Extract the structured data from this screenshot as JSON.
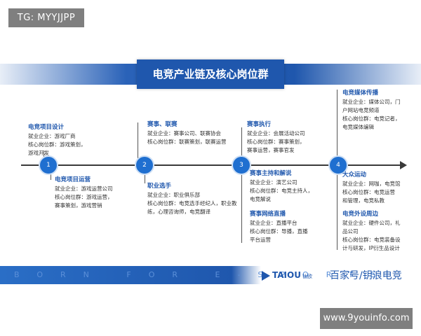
{
  "watermark_top": "TG: MYYJJPP",
  "watermark_bottom": "www.9youinfo.com",
  "title": "电竞产业链及核心岗位群",
  "footer": {
    "slogan": "BORN FOR E-SPORTS",
    "logo": "TAIOU",
    "logo_sub": "钛欧",
    "source": "百家号/钥浪电竞"
  },
  "nodes": [
    "1",
    "2",
    "3",
    "4"
  ],
  "blocks": [
    {
      "heading": "电竞项目设计",
      "lines": [
        "就业企业：游戏厂商",
        "核心岗位群：游戏策划，",
        "游戏开发"
      ]
    },
    {
      "heading": "电竞项目运营",
      "lines": [
        "就业企业：游戏运营公司",
        "核心岗位群：游戏运营，",
        "赛事策划，游戏营销"
      ]
    },
    {
      "heading": "赛事、联赛",
      "lines": [
        "就业企业：赛事公司、联赛协会",
        "核心岗位群：联赛策划，联赛运营"
      ]
    },
    {
      "heading": "职业选手",
      "lines": [
        "就业企业：职业俱乐部",
        "核心岗位群：电竞选手经纪人，职业教",
        "练，心理咨询师，电竞翻译"
      ]
    },
    {
      "heading": "赛事执行",
      "lines": [
        "就业企业：会展活动公司",
        "核心岗位群：赛事策划，",
        "赛事运营，赛事官发"
      ]
    },
    {
      "heading": "赛事主持和解说",
      "lines": [
        "就业企业：演艺公司",
        "核心岗位群：电竞主持人，",
        "电竞解说"
      ]
    },
    {
      "heading": "赛事网络直播",
      "lines": [
        "就业企业：直播平台",
        "核心岗位群：导播，直播",
        "平台运营"
      ]
    },
    {
      "heading": "电竞媒体传播",
      "lines": [
        "就业企业：媒体公司，门",
        "户网站电竞频道",
        "核心岗位群：电竞记者，",
        "电竞媒体编辑"
      ]
    },
    {
      "heading": "大众运动",
      "lines": [
        "就业企业：网咖，电竞馆",
        "核心岗位群：电竞运营",
        "和管理，电竞私教"
      ]
    },
    {
      "heading": "电竞外设周边",
      "lines": [
        "就业企业：硬件公司，礼",
        "品公司",
        "核心岗位群：电竞装备设",
        "计与研发，IP衍生品设计"
      ]
    }
  ]
}
